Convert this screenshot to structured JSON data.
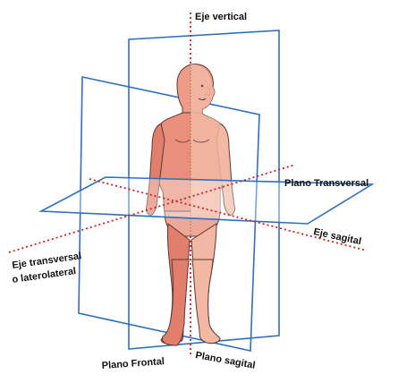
{
  "labels": {
    "vertical_axis": "Eje vertical",
    "transverse_plane": "Plano Transversal",
    "sagittal_axis": "Eje sagital",
    "transverse_axis_line1": "Eje transversal",
    "transverse_axis_line2": "o laterolateral",
    "frontal_plane": "Plano Frontal",
    "sagittal_plane": "Plano sagital"
  },
  "colors": {
    "plane_outline": "#2f6fbf",
    "axis_line": "#d62020",
    "skin_light": "#f2b8a4",
    "skin_dark": "#e27e6c",
    "outline": "#5a3a32"
  }
}
